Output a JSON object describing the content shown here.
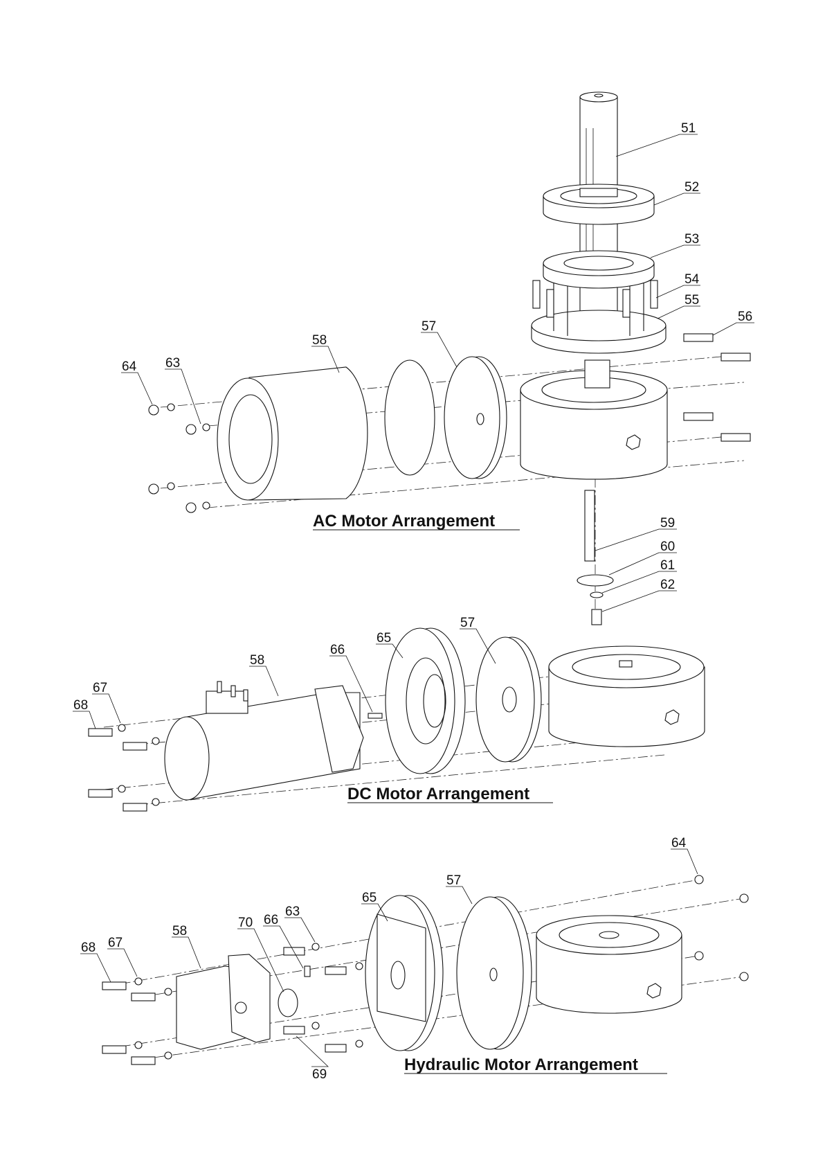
{
  "sections": {
    "ac": {
      "title": "AC Motor Arrangement",
      "callouts": [
        "51",
        "52",
        "53",
        "54",
        "55",
        "56",
        "57",
        "58",
        "59",
        "60",
        "61",
        "62",
        "63",
        "64"
      ]
    },
    "dc": {
      "title": "DC Motor Arrangement",
      "callouts": [
        "57",
        "58",
        "65",
        "66",
        "67",
        "68"
      ]
    },
    "hydraulic": {
      "title": "Hydraulic Motor Arrangement",
      "callouts": [
        "57",
        "58",
        "63",
        "64",
        "65",
        "66",
        "67",
        "68",
        "69",
        "70"
      ]
    }
  }
}
